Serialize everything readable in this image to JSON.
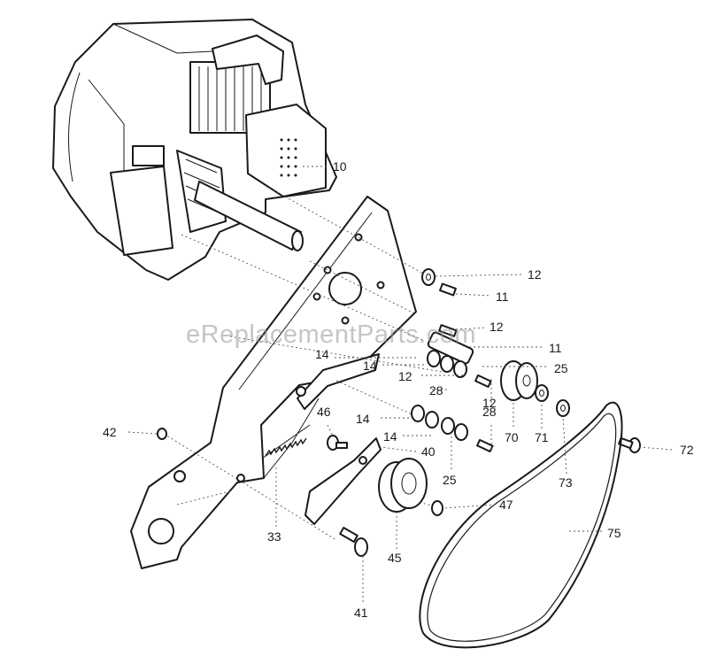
{
  "watermark": "eReplacementParts.com",
  "callouts": {
    "c10": "10",
    "c12a": "12",
    "c11a": "11",
    "c12b": "12",
    "c11b": "11",
    "c14a": "14",
    "c14b": "14",
    "c25a": "25",
    "c12c": "12",
    "c28a": "28",
    "c12d": "12",
    "c28b": "28",
    "c46": "46",
    "c14c": "14",
    "c14d": "14",
    "c70": "70",
    "c71": "71",
    "c42": "42",
    "c40": "40",
    "c25b": "25",
    "c72": "72",
    "c73": "73",
    "c47": "47",
    "c33": "33",
    "c75": "75",
    "c45": "45",
    "c41": "41"
  }
}
